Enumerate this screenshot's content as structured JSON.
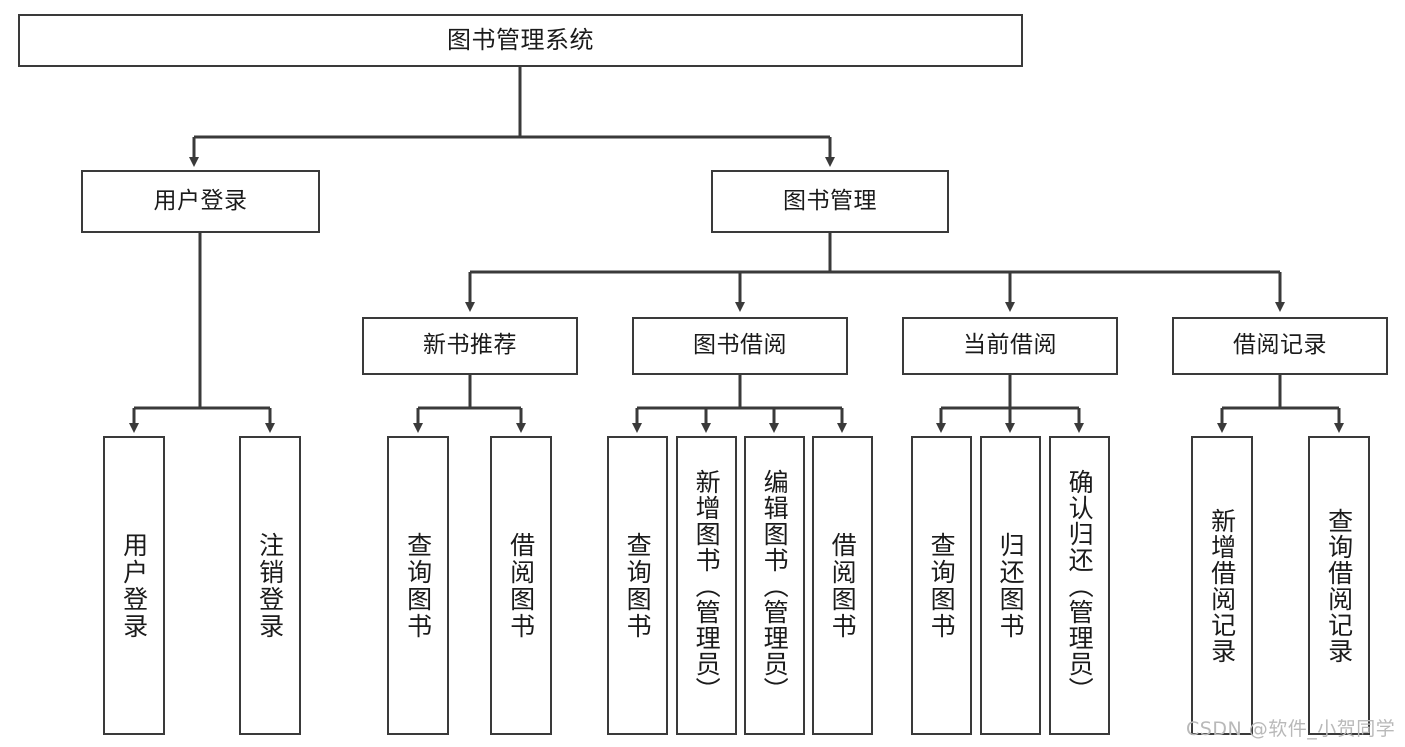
{
  "diagram": {
    "type": "tree",
    "title": "图书管理系统",
    "stroke_color": "#3a3a3a",
    "text_color": "#1b1b1b",
    "background": "#ffffff",
    "nodes": {
      "root": {
        "label": "图书管理系统"
      },
      "level2": [
        {
          "label": "用户登录"
        },
        {
          "label": "图书管理"
        }
      ],
      "level3": [
        {
          "label": "新书推荐"
        },
        {
          "label": "图书借阅"
        },
        {
          "label": "当前借阅"
        },
        {
          "label": "借阅记录"
        }
      ],
      "leaves": {
        "user_login": [
          {
            "label": "用户登录"
          },
          {
            "label": "注销登录"
          }
        ],
        "new_book_recommend": [
          {
            "label": "查询图书"
          },
          {
            "label": "借阅图书"
          }
        ],
        "book_borrow": [
          {
            "label": "查询图书"
          },
          {
            "label": "新增图书（管理员）"
          },
          {
            "label": "编辑图书（管理员）"
          },
          {
            "label": "借阅图书"
          }
        ],
        "current_borrow": [
          {
            "label": "查询图书"
          },
          {
            "label": "归还图书"
          },
          {
            "label": "确认归还（管理员）"
          }
        ],
        "borrow_record": [
          {
            "label": "新增借阅记录"
          },
          {
            "label": "查询借阅记录"
          }
        ]
      }
    }
  },
  "watermark": {
    "text": "CSDN @软件_小贺同学",
    "color": "#b9b9b9"
  }
}
